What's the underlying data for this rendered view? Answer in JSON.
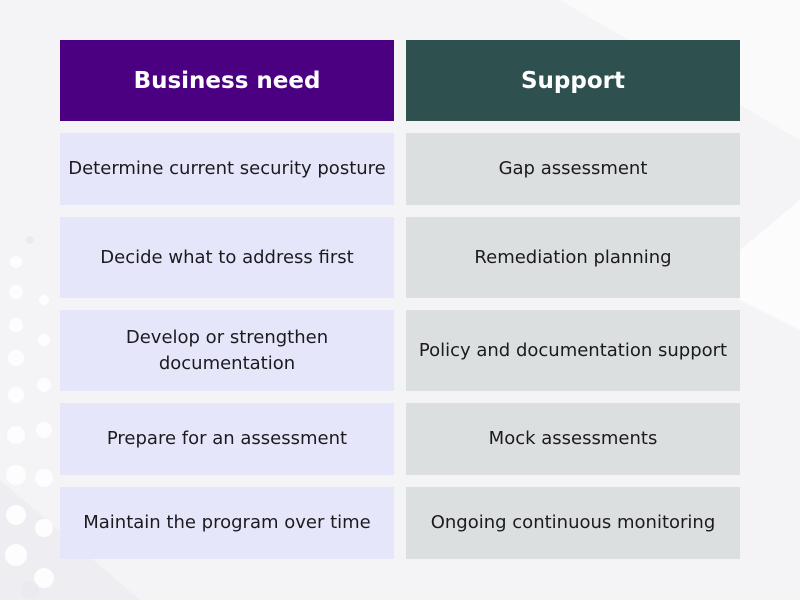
{
  "headers": {
    "left": "Business need",
    "right": "Support"
  },
  "rows": [
    {
      "need": "Determine current security posture",
      "support": "Gap assessment"
    },
    {
      "need": "Decide what to address first",
      "support": "Remediation planning"
    },
    {
      "need": "Develop or strengthen documentation",
      "support": "Policy and documentation support"
    },
    {
      "need": "Prepare for an assessment",
      "support": "Mock assessments"
    },
    {
      "need": "Maintain the program over time",
      "support": "Ongoing continuous monitoring"
    }
  ],
  "colors": {
    "header_left": "#4b0082",
    "header_right": "#2e5150",
    "cell_left": "#e6e6fa",
    "cell_right": "#dcdfe0"
  }
}
